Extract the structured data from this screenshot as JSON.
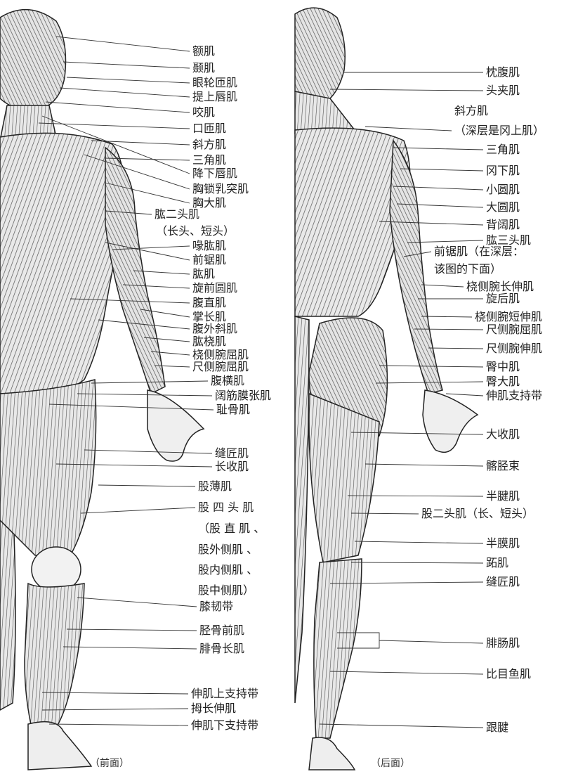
{
  "front": {
    "caption": "（前面）",
    "labels": [
      "额肌",
      "颞肌",
      "眼轮匝肌",
      "提上唇肌",
      "咬肌",
      "口匝肌",
      "斜方肌",
      "三角肌",
      "降下唇肌",
      "胸锁乳突肌",
      "胸大肌",
      "肱二头肌",
      "（长头、短头）",
      "喙肱肌",
      "前锯肌",
      "肱肌",
      "旋前圆肌",
      "腹直肌",
      "掌长肌",
      "腹外斜肌",
      "肱桡肌",
      "桡侧腕屈肌",
      "尺侧腕屈肌",
      "腹横肌",
      "阔筋膜张肌",
      "耻骨肌",
      "缝匠肌",
      "长收肌",
      "股薄肌",
      "股 四 头 肌",
      "（股 直 肌 、",
      "股外侧肌 、",
      "股内侧肌 、",
      "股中侧肌）",
      "膝韧带",
      "胫骨前肌",
      "腓骨长肌",
      "伸肌上支持带",
      "拇长伸肌",
      "伸肌下支持带"
    ]
  },
  "back": {
    "caption": "（后面）",
    "labels": [
      "枕腹肌",
      "头夹肌",
      "斜方肌",
      "（深层是冈上肌）",
      "三角肌",
      "冈下肌",
      "小圆肌",
      "大圆肌",
      "背阔肌",
      "肱三头肌",
      "前锯肌（在深层：",
      "该图的下面）",
      "桡侧腕长伸肌",
      "旋后肌",
      "桡侧腕短伸肌",
      "尺侧腕屈肌",
      "尺侧腕伸肌",
      "臀中肌",
      "臀大肌",
      "伸肌支持带",
      "大收肌",
      "髂胫束",
      "半腱肌",
      "股二头肌（长、短头）",
      "半膜肌",
      "跖肌",
      "缝匠肌",
      "腓肠肌",
      "比目鱼肌",
      "跟腱"
    ]
  }
}
